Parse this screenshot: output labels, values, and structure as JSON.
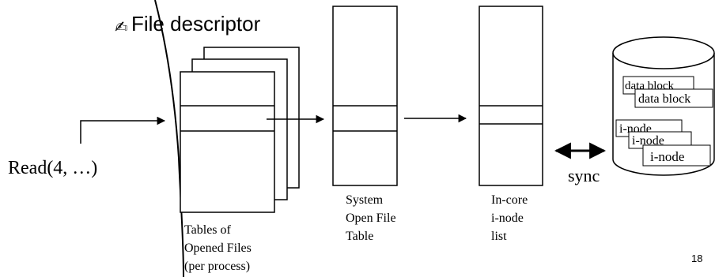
{
  "title": {
    "icon": "pencil-writing-icon",
    "text": "File descriptor"
  },
  "call_label": "Read(4, …)",
  "tables": {
    "process_label": [
      "Tables of",
      "Opened Files",
      "(per process)"
    ],
    "system_label": [
      "System",
      "Open File",
      "Table"
    ],
    "incore_label": [
      "In-core",
      "i-node",
      "list"
    ]
  },
  "disk": {
    "data_blocks": [
      "data block",
      "data block"
    ],
    "inodes": [
      "i-node",
      "i-node",
      "i-node"
    ]
  },
  "sync_label": "sync",
  "page_number": "18"
}
